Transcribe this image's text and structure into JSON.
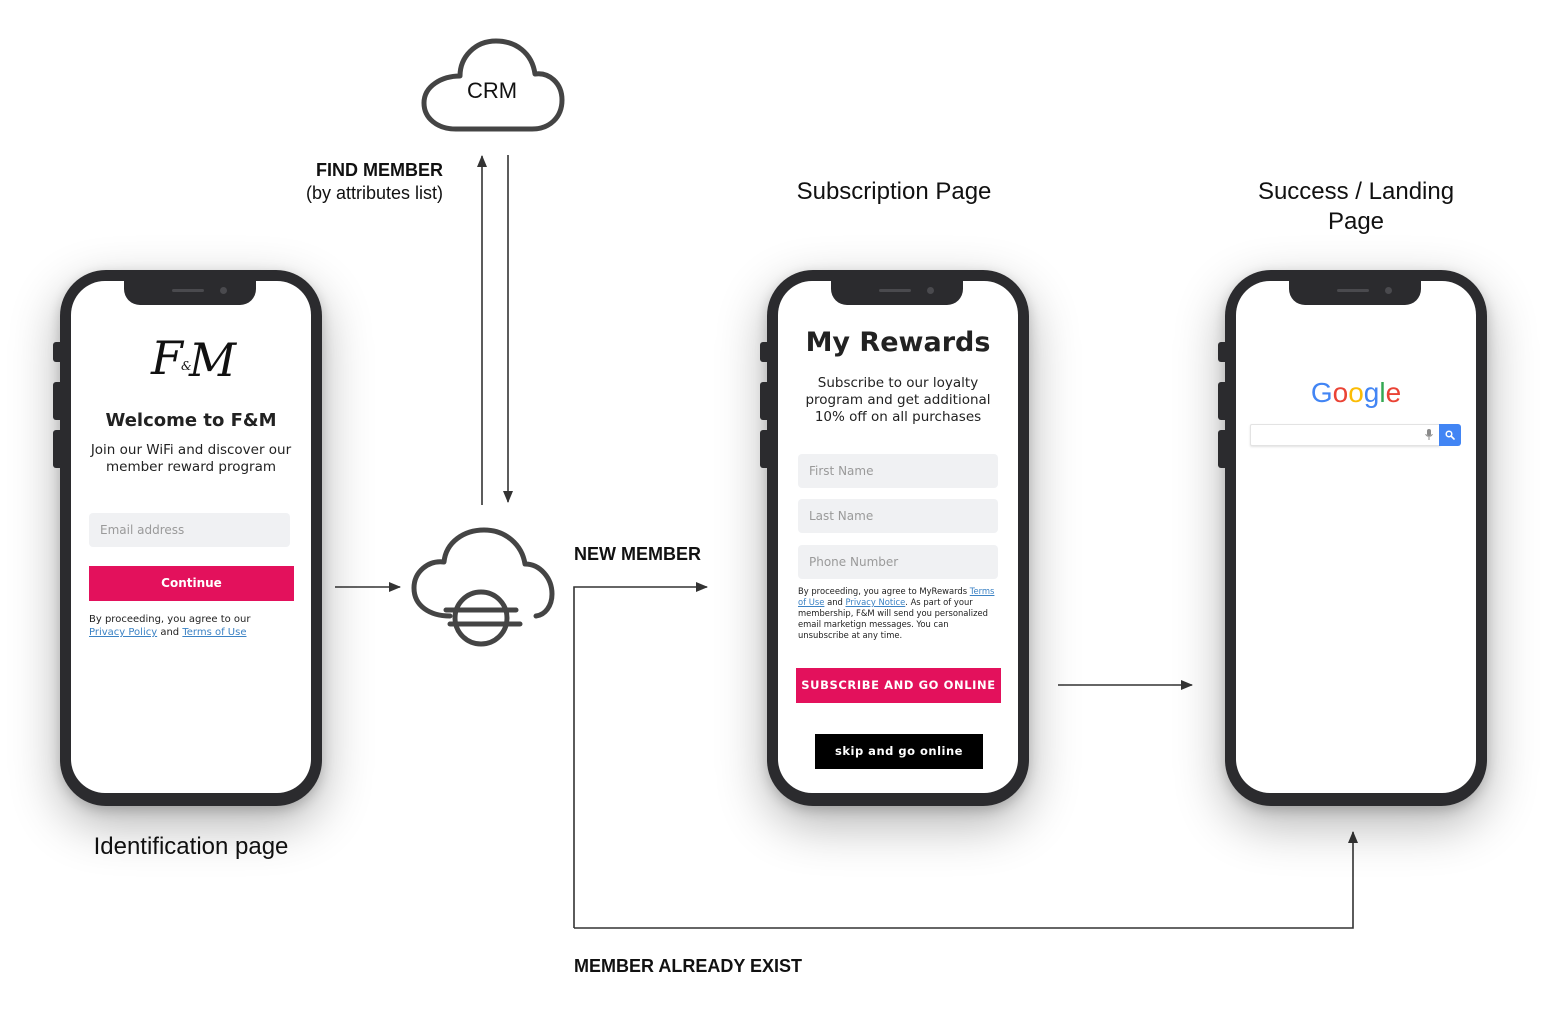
{
  "crm": {
    "label": "CRM"
  },
  "find_member": {
    "title": "FIND MEMBER",
    "subtitle": "(by attributes list)"
  },
  "new_member": {
    "label": "NEW MEMBER"
  },
  "member_exists": {
    "label": "MEMBER ALREADY EXIST"
  },
  "identification": {
    "caption": "Identification page",
    "logo_f": "F",
    "logo_amp": "&",
    "logo_m": "M",
    "title": "Welcome to F&M",
    "subtitle_line1": "Join our WiFi and discover our",
    "subtitle_line2": "member reward program",
    "email_placeholder": "Email address",
    "continue_label": "Continue",
    "legal_prefix": "By proceeding, you agree to our",
    "privacy_link": "Privacy Policy",
    "and_word": "and",
    "terms_link": "Terms of Use"
  },
  "subscription": {
    "caption": "Subscription Page",
    "title": "My Rewards",
    "desc_line1": "Subscribe to our loyalty",
    "desc_line2": "program and get additional",
    "desc_line3": "10% off on all purchases",
    "first_name": "First Name",
    "last_name": "Last Name",
    "phone": "Phone Number",
    "legal_prefix": "By proceeding, you agree to MyRewards",
    "terms_link": "Terms of Use",
    "and_word": "and",
    "privacy_link": "Privacy Notice",
    "legal_suffix": ". As part of your membership, F&M will send you personalized email marketign messages. You can unsubscribe at any time.",
    "subscribe_label": "SUBSCRIBE AND GO ONLINE",
    "skip_label": "skip and go online"
  },
  "success": {
    "caption_line1": "Success / Landing",
    "caption_line2": "Page",
    "google_letters": [
      "G",
      "o",
      "o",
      "g",
      "l",
      "e"
    ],
    "google_colors": [
      "#4285F4",
      "#EA4335",
      "#FBBC05",
      "#4285F4",
      "#34A853",
      "#EA4335"
    ]
  },
  "icons": [
    "cloud-icon",
    "cloud-gateway-icon",
    "microphone-icon",
    "search-icon"
  ]
}
